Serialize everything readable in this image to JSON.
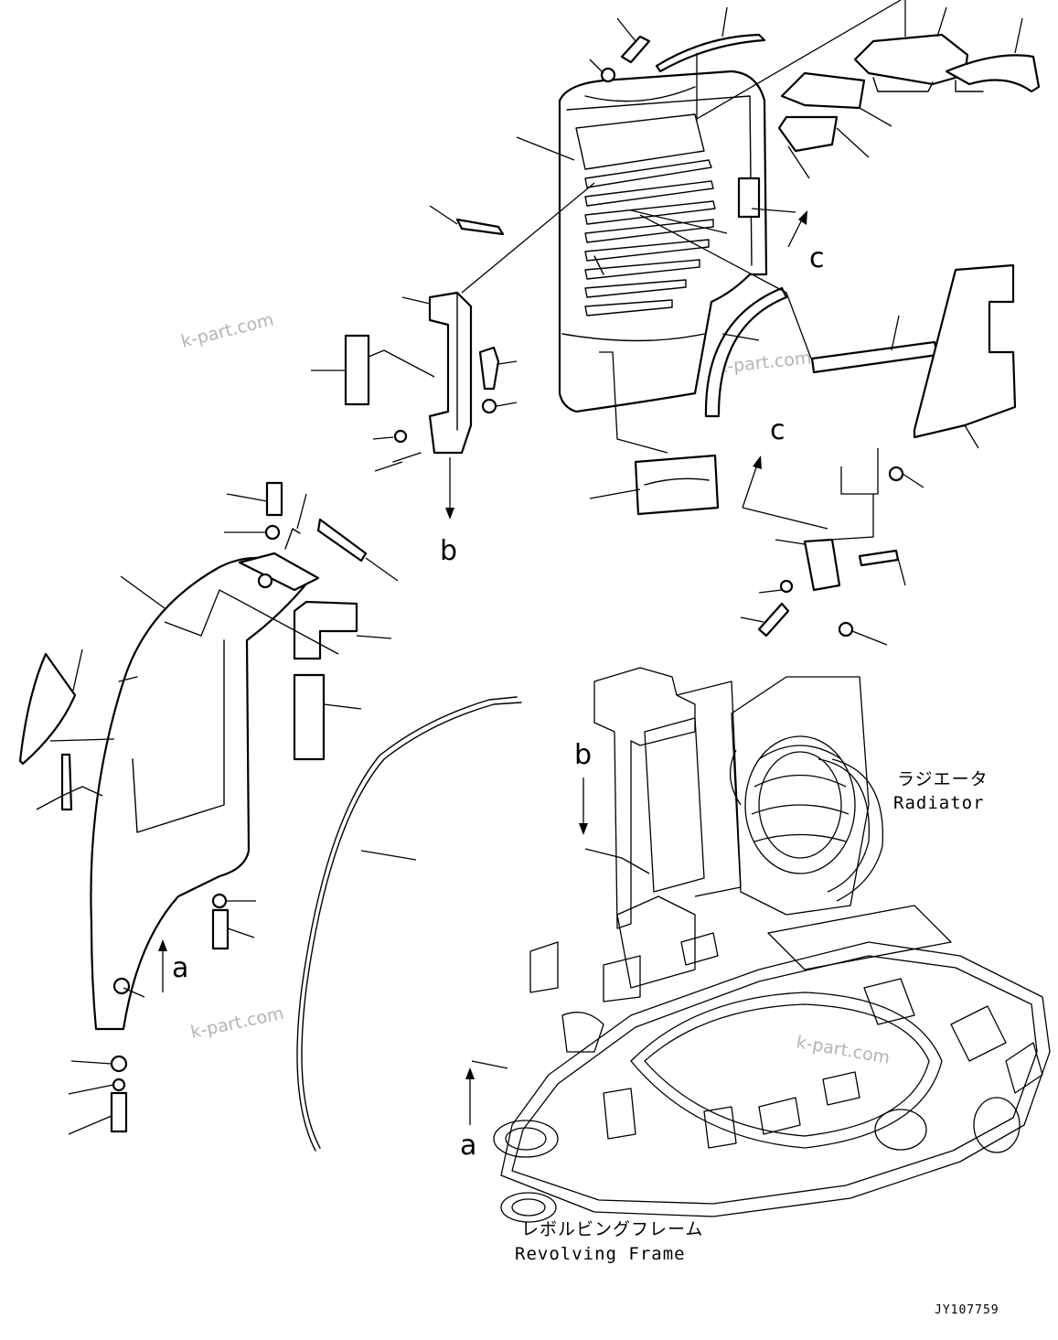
{
  "labels": {
    "radiator_jp": "ラジエータ",
    "radiator_en": "Radiator",
    "frame_jp": "レボルビングフレーム",
    "frame_en": "Revolving Frame",
    "drawing_number": "JY107759"
  },
  "callouts": {
    "a1": "a",
    "a2": "a",
    "b1": "b",
    "b2": "b",
    "c1": "c",
    "c2": "c"
  },
  "watermarks": [
    "k-part.com",
    "k-part.com",
    "k-part.com",
    "k-part.com"
  ]
}
